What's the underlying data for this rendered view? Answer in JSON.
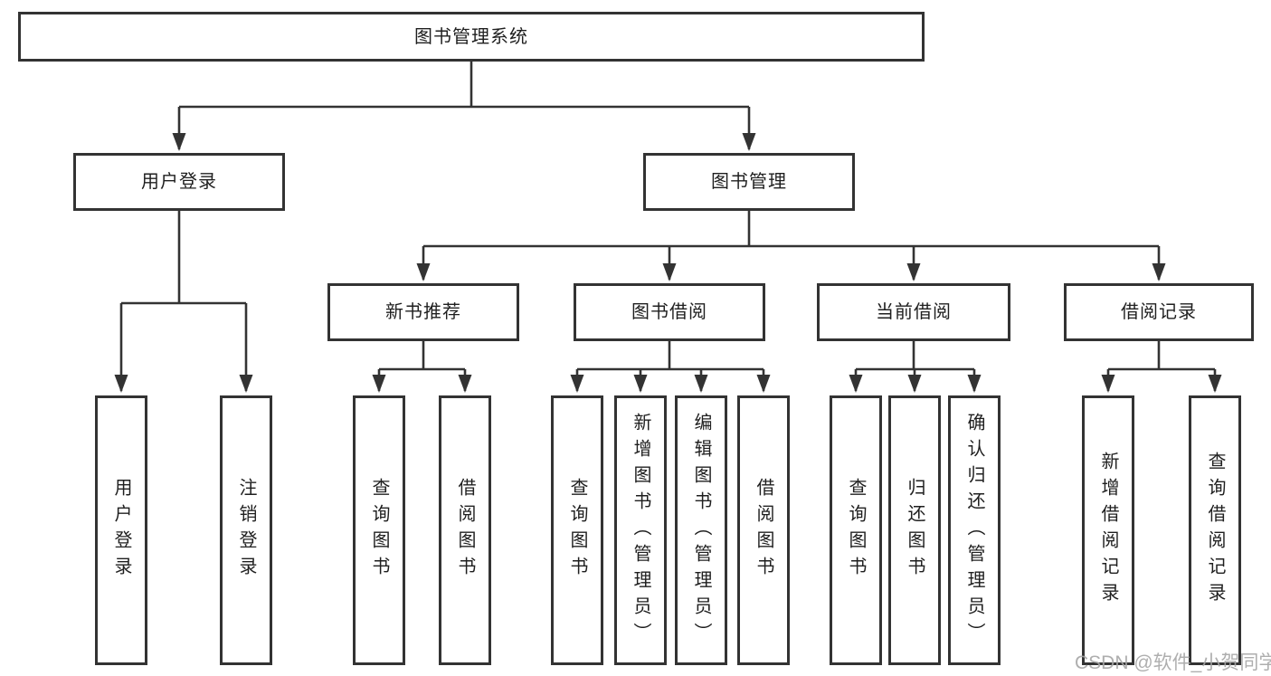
{
  "diagram": {
    "root": {
      "label": "图书管理系统"
    },
    "branches": [
      {
        "label": "用户登录",
        "children": [
          {
            "label": "用户登录"
          },
          {
            "label": "注销登录"
          }
        ]
      },
      {
        "label": "图书管理",
        "children": [
          {
            "label": "新书推荐",
            "children": [
              {
                "label": "查询图书"
              },
              {
                "label": "借阅图书"
              }
            ]
          },
          {
            "label": "图书借阅",
            "children": [
              {
                "label": "查询图书"
              },
              {
                "label": "新增图书（管理员）"
              },
              {
                "label": "编辑图书（管理员）"
              },
              {
                "label": "借阅图书"
              }
            ]
          },
          {
            "label": "当前借阅",
            "children": [
              {
                "label": "查询图书"
              },
              {
                "label": "归还图书"
              },
              {
                "label": "确认归还（管理员）"
              }
            ]
          },
          {
            "label": "借阅记录",
            "children": [
              {
                "label": "新增借阅记录"
              },
              {
                "label": "查询借阅记录"
              }
            ]
          }
        ]
      }
    ]
  },
  "watermark": "CSDN @软件_小贺同学",
  "colors": {
    "line": "#333333",
    "border": "#333333",
    "text": "#1f1f1f",
    "watermark": "#a6a6a6",
    "bg": "#ffffff"
  }
}
